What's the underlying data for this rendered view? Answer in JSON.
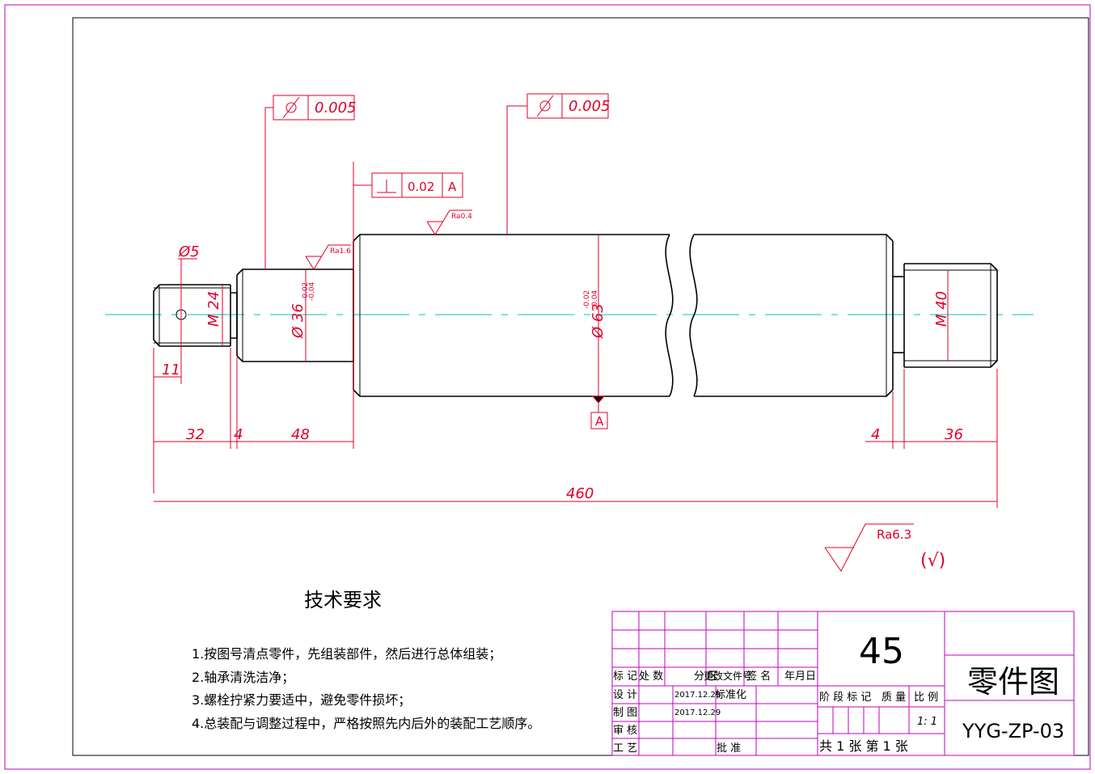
{
  "dimensions": {
    "hole_dia": "Ø5",
    "thread_left": "M 24",
    "hole_pos": "11",
    "dia_36": "Ø 36",
    "dia_36_tol_upper": "-0.02",
    "dia_36_tol_lower": "-0.04",
    "dia_63": "Ø 63",
    "dia_63_tol_upper": "-0.02",
    "dia_63_tol_lower": "-0.04",
    "thread_right": "M 40",
    "len_32": "32",
    "len_4_left": "4",
    "len_48": "48",
    "len_4_right": "4",
    "len_36": "36",
    "len_total": "460"
  },
  "tolerances": {
    "runout_left_value": "0.005",
    "runout_right_value": "0.005",
    "perp_value": "0.02",
    "perp_datum": "A",
    "datum_label": "A"
  },
  "roughness": {
    "ra_04": "Ra0.4",
    "ra_16": "Ra1.6",
    "ra_63": "Ra6.3",
    "rest_mark": "(√)"
  },
  "tech_requirements": {
    "title": "技术要求",
    "items": [
      "1.按图号清点零件，先组装部件，然后进行总体组装；",
      "2.轴承清洗洁净；",
      "3.螺栓拧紧力要适中，避免零件损坏；",
      "4.总装配与调整过程中，严格按照先内后外的装配工艺顺序。"
    ]
  },
  "title_block": {
    "material": "45",
    "drawing_name": "零件图",
    "drawing_number": "YYG-ZP-03",
    "rev_header": [
      "标 记",
      "处 数",
      "分 区",
      "更改文件号",
      "签 名",
      "年月日"
    ],
    "design_label": "设 计",
    "design_date": "2017.12.29",
    "standard_label": "标准化",
    "drafted_label": "制 图",
    "drafted_date": "2017.12.29",
    "check_label": "审 核",
    "process_label": "工 艺",
    "approve_label": "批 准",
    "stage_label": "阶 段 标 记",
    "mass_label": "质 量",
    "scale_label": "比 例",
    "scale_value": "1: 1",
    "sheet_info": "共 1 张  第 1 张"
  },
  "colors": {
    "outline": "#000000",
    "dimension": "#e0002a",
    "border": "#c000c0",
    "centerline": "#00c0c0"
  }
}
